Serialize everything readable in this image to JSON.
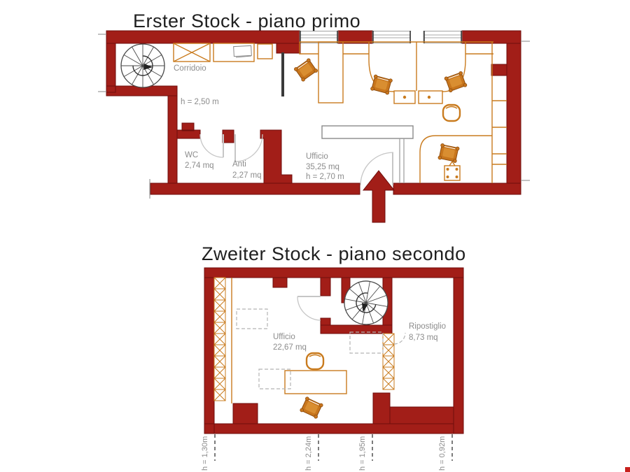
{
  "floor1": {
    "title": "Erster Stock - piano primo",
    "rooms": {
      "corridoio": {
        "label": "Corridoio"
      },
      "hall": {
        "height": "h = 2,50 m"
      },
      "wc": {
        "label": "WC",
        "area": "2,74 mq"
      },
      "anti": {
        "label": "Anti",
        "area": "2,27 mq"
      },
      "ufficio": {
        "label": "Ufficio",
        "area": "35,25 mq",
        "height": "h = 2,70 m"
      }
    }
  },
  "floor2": {
    "title": "Zweiter Stock - piano secondo",
    "rooms": {
      "ufficio": {
        "label": "Ufficio",
        "area": "22,67 mq"
      },
      "ripostiglio": {
        "label": "Ripostiglio",
        "area": "8,73 mq"
      }
    },
    "height_marks": [
      {
        "label": "h = 1,30m"
      },
      {
        "label": "h = 2,24m"
      },
      {
        "label": "h = 1,95m"
      },
      {
        "label": "h = 0,92m"
      }
    ]
  },
  "colors": {
    "wall": "#A21E18",
    "wall_stroke": "#6F0E0C",
    "furniture": "#C97B1E",
    "chair": "#C8761D",
    "label_gray": "#8C8C8C",
    "door_arc": "#C6C6C6",
    "marker_red": "#C8201D"
  }
}
